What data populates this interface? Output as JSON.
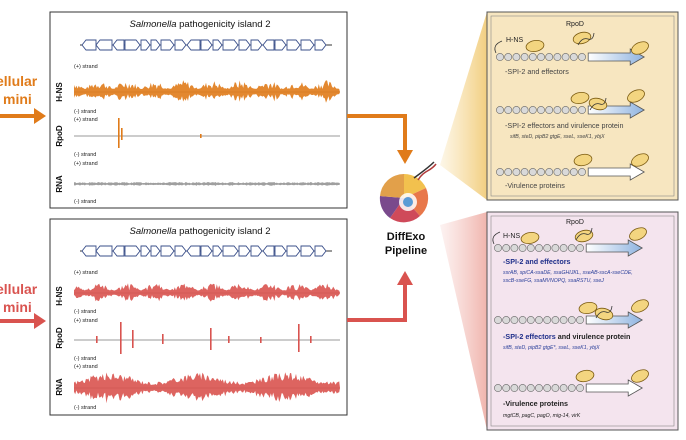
{
  "left_labels": {
    "top_line1": "ellular",
    "top_line2": "mini",
    "bottom_line1": "ellular",
    "bottom_line2": "mini"
  },
  "panels": [
    {
      "title_italic": "Salmonella",
      "title_rest": " pathogenicity island 2",
      "plus_strand": "(+) strand",
      "minus_strand": "(-) strand",
      "track_labels": [
        "H-NS",
        "RpoD",
        "RNA"
      ]
    },
    {
      "title_italic": "Salmonella",
      "title_rest": " pathogenicity island 2",
      "plus_strand": "(+) strand",
      "minus_strand": "(-) strand",
      "track_labels": [
        "H-NS",
        "RpoD",
        "RNA"
      ]
    }
  ],
  "pipeline": {
    "line1": "DiffExo",
    "line2": "Pipeline"
  },
  "top_box": {
    "rpod": "RpoD",
    "hns": "H-NS",
    "row1": "-SPI-2 and effectors",
    "row2": "-SPI-2 effectors and virulence protein",
    "row2_genes": "sifB, steD, pipB2 gtgE, sseL, sseK1, ybjX",
    "row3": "-Virulence proteins"
  },
  "bottom_box": {
    "rpod": "RpoD",
    "hns": "H-NS",
    "row1": "-SPI-2 and effectors",
    "row1_genes_1": "ssrAB, spiCA-ssaDE, ssaGHIJKL, sseAB-sscA-sseCDE,",
    "row1_genes_2": "sscB-sseFG, ssaMVNOPQ, ssaRSTU, sseJ",
    "row2_bold": "-SPI-2 effectors",
    "row2_rest": " and virulence protein",
    "row2_genes": "sifB, steD, pipB2 gtgE*, sseL, sseK1, ybjX",
    "row3": "-Virulence proteins",
    "row3_genes": "mgtCB, pagC, pagO, mig-14, virK"
  },
  "colors": {
    "orange": "#e07b1a",
    "red": "#d9534f",
    "gray": "#9a9a9a",
    "genes": "#3a4f8a",
    "top_box_bg": "#f6e7c3",
    "bottom_box_bg": "#f3e3ec"
  }
}
